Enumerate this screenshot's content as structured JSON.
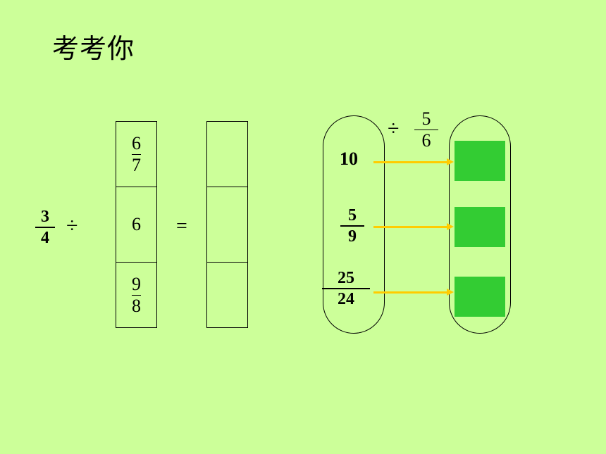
{
  "title": "考考你",
  "left_problem": {
    "dividend": {
      "numerator": "3",
      "denominator": "4"
    },
    "divide_sign": "÷",
    "equals_sign": "=",
    "divisors": [
      {
        "numerator": "6",
        "denominator": "7"
      },
      {
        "value": "6"
      },
      {
        "numerator": "9",
        "denominator": "8"
      }
    ]
  },
  "right_problem": {
    "operation": {
      "sign": "÷",
      "numerator": "5",
      "denominator": "6"
    },
    "inputs": [
      {
        "value": "10"
      },
      {
        "numerator": "5",
        "denominator": "9"
      },
      {
        "numerator": "25",
        "denominator": "24"
      }
    ]
  },
  "colors": {
    "background": "#ccff99",
    "answer_box": "#33cc33",
    "arrow": "#ffcc00"
  }
}
